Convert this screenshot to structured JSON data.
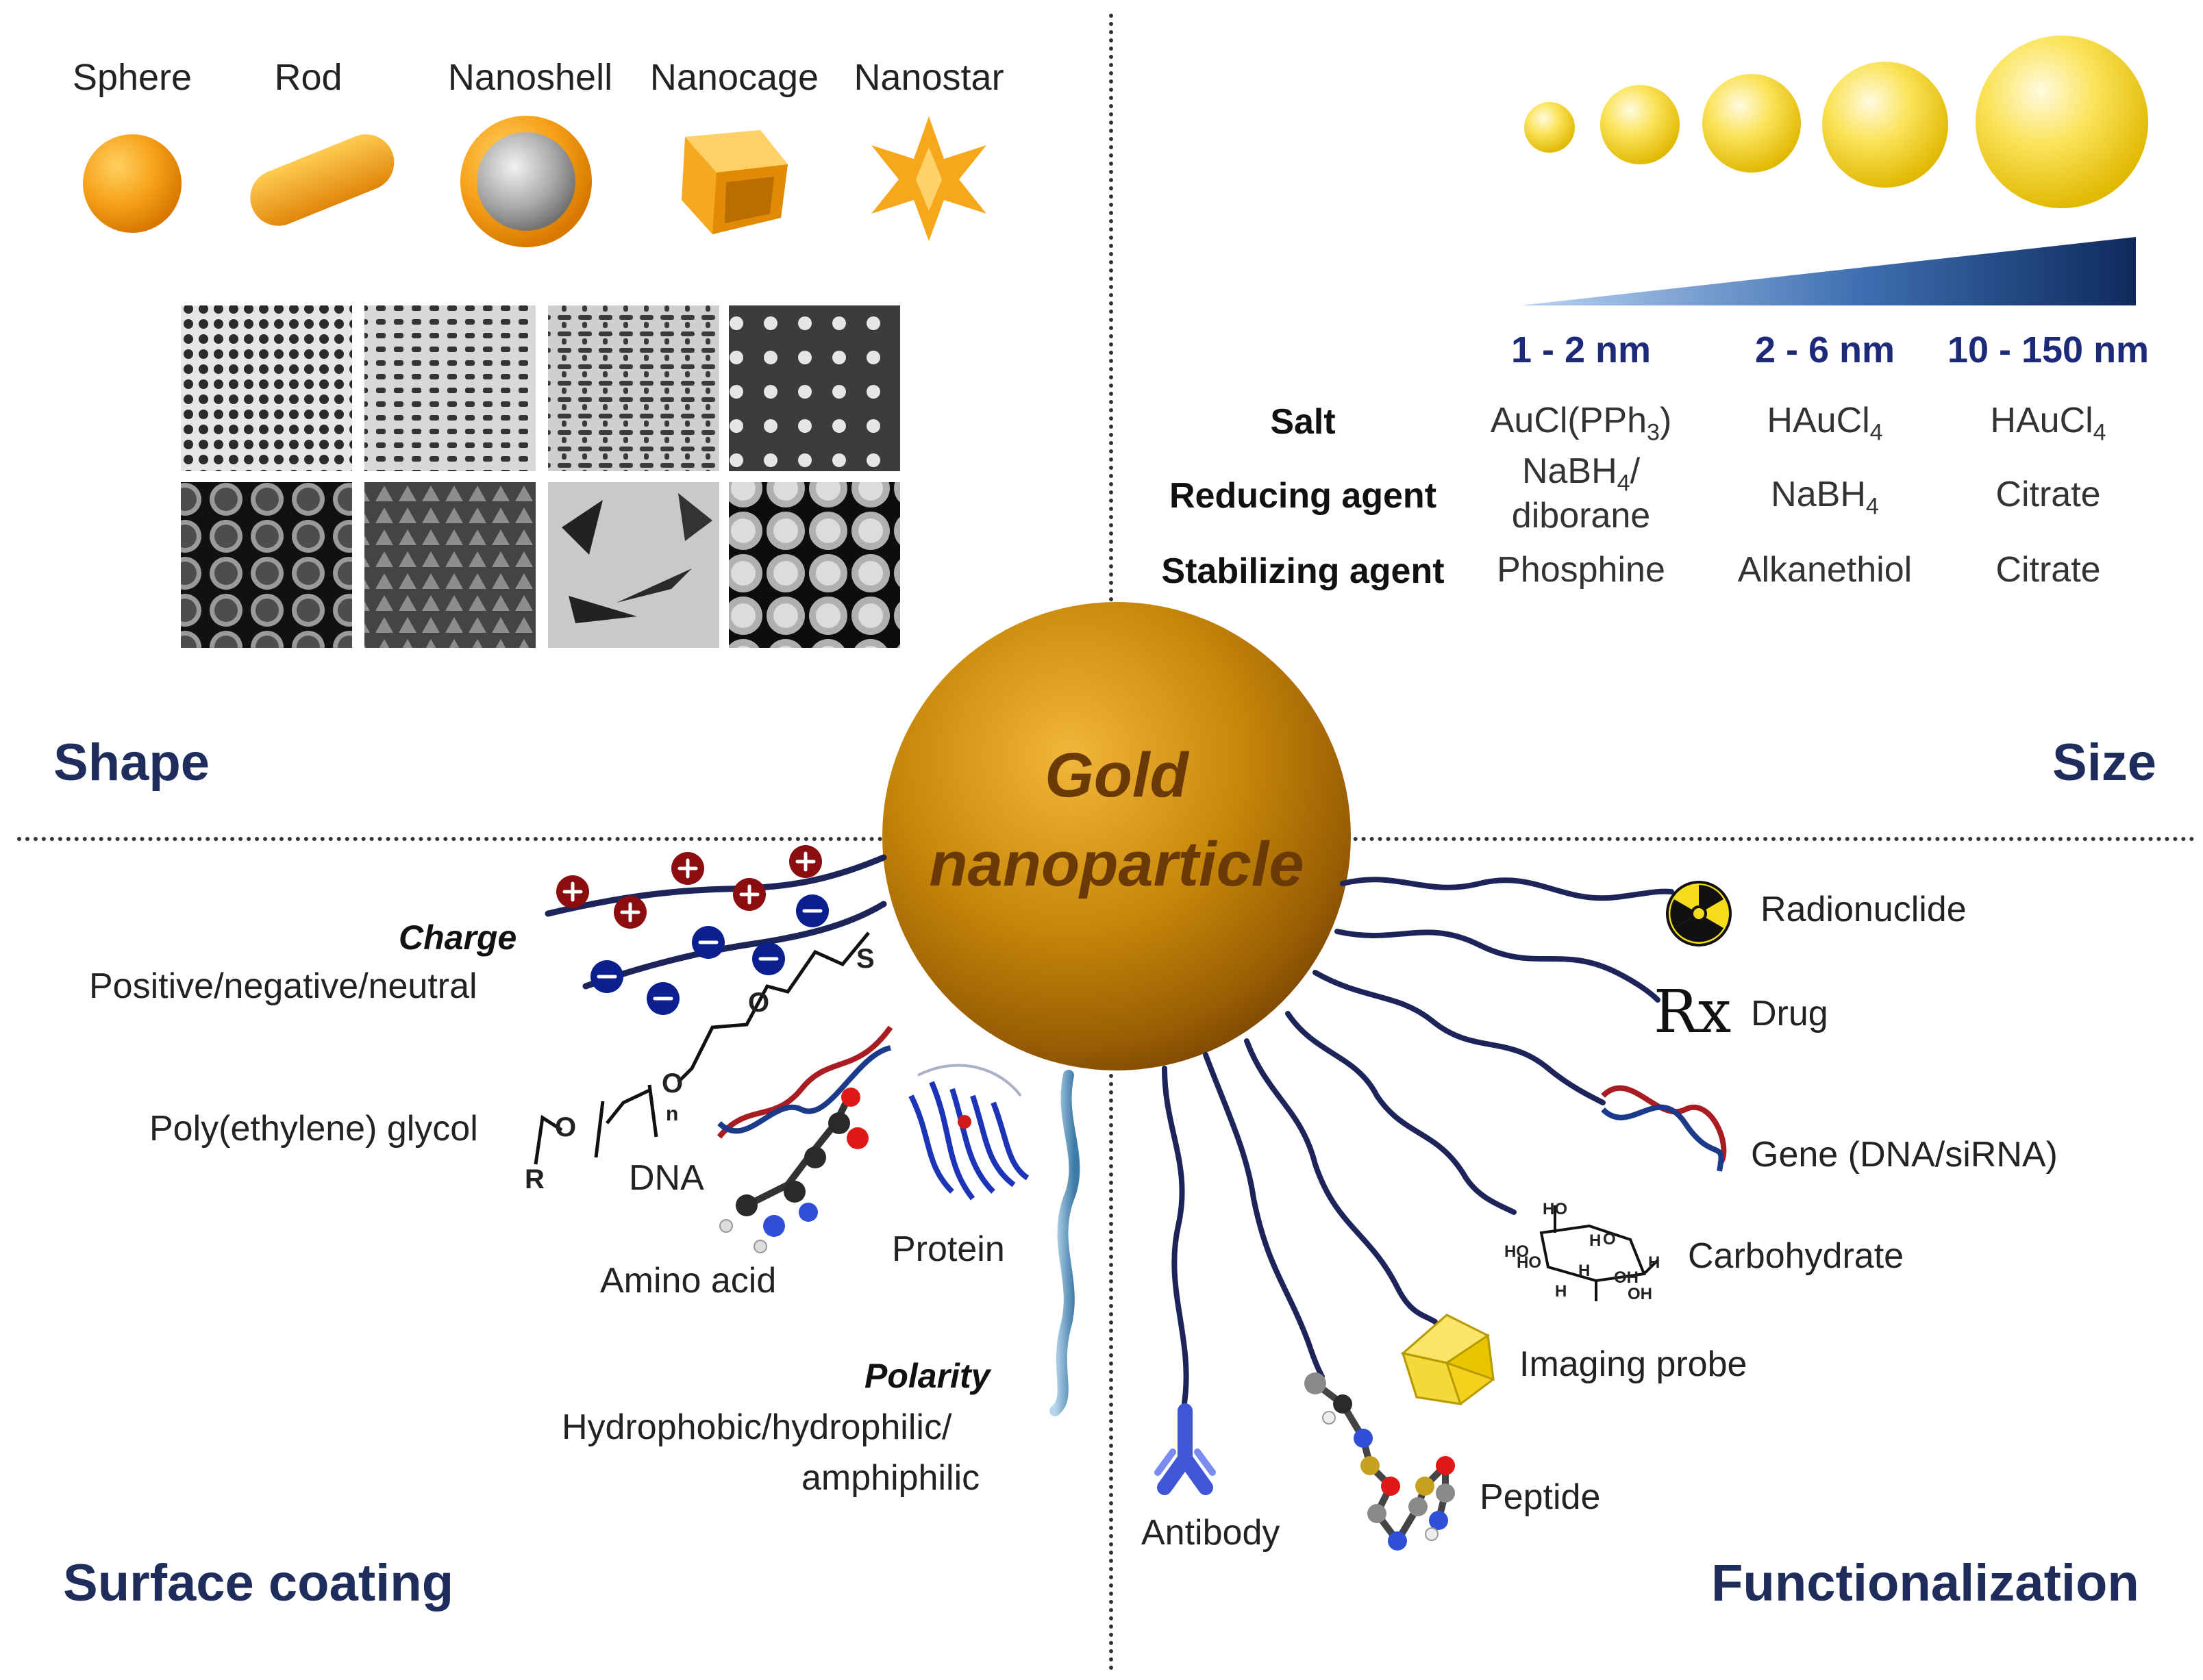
{
  "center": {
    "line1": "Gold",
    "line2": "nanoparticle"
  },
  "quadrant_titles": {
    "shape": "Shape",
    "size": "Size",
    "surface_coating": "Surface coating",
    "functionalization": "Functionalization"
  },
  "shape": {
    "names": [
      "Sphere",
      "Rod",
      "Nanoshell",
      "Nanocage",
      "Nanostar"
    ]
  },
  "size": {
    "headers": [
      "1 - 2 nm",
      "2 - 6 nm",
      "10 - 150 nm"
    ],
    "rows": [
      {
        "label": "Salt",
        "cells": [
          "AuCl(PPh",
          "HAuCl",
          "HAuCl"
        ],
        "subs": [
          "3",
          "4",
          "4"
        ],
        "tails": [
          ")",
          "",
          ""
        ]
      },
      {
        "label": "Reducing agent",
        "cells": [
          "NaBH",
          "NaBH",
          "Citrate"
        ],
        "subs": [
          "4",
          "4",
          ""
        ],
        "tails": [
          "/",
          "",
          ""
        ],
        "extra": "diborane"
      },
      {
        "label": "Stabilizing agent",
        "cells": [
          "Phosphine",
          "Alkanethiol",
          "Citrate"
        ]
      }
    ]
  },
  "surface_coating": {
    "charge_title": "Charge",
    "charge_desc": "Positive/negative/neutral",
    "peg": "Poly(ethylene) glycol",
    "dna": "DNA",
    "amino_acid": "Amino acid",
    "protein": "Protein",
    "polarity_title": "Polarity",
    "polarity_desc1": "Hydrophobic/hydrophilic/",
    "polarity_desc2": "amphiphilic",
    "chem": {
      "o1": "O",
      "o2": "O",
      "o3": "O",
      "s": "S",
      "r": "R",
      "n": "n"
    }
  },
  "functionalization": {
    "radionuclide": "Radionuclide",
    "rx": "Rx",
    "drug": "Drug",
    "gene": "Gene (DNA/siRNA)",
    "carbohydrate": "Carbohydrate",
    "imaging_probe": "Imaging probe",
    "peptide": "Peptide",
    "antibody": "Antibody",
    "sugar_labels": [
      "HO",
      "HO",
      "HO",
      "H",
      "O",
      "H",
      "H",
      "OH",
      "H",
      "OH"
    ]
  },
  "colors": {
    "gold": "#c8880a",
    "gold_dark": "#6a3a06",
    "navy": "#1f2d5c",
    "size_header": "#1d2a7a",
    "yellow": "#f5d21c",
    "positive": "#8b0d10",
    "negative": "#0c1f8f"
  }
}
